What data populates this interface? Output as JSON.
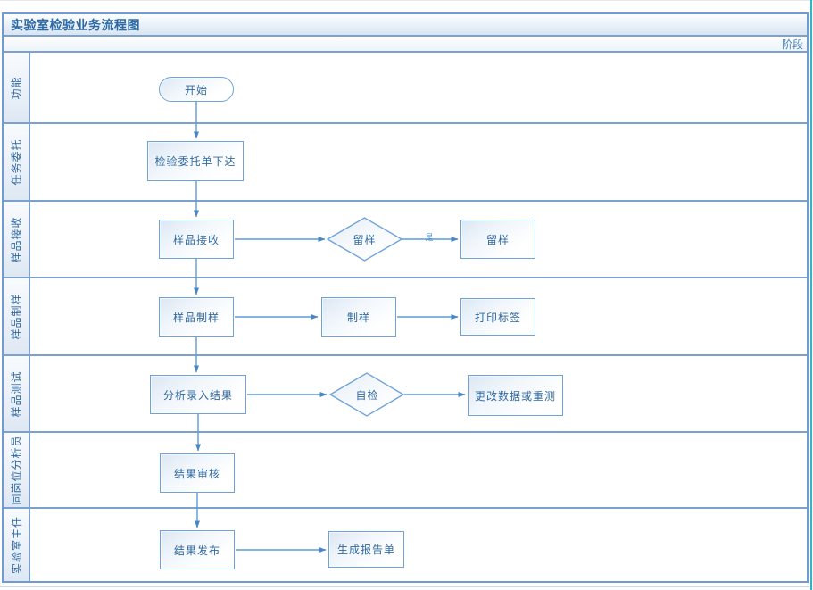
{
  "title": "实验室检验业务流程图",
  "phase_label": "阶段",
  "lanes": [
    "功能",
    "任务委托",
    "样品接收",
    "样品制样",
    "样品测试",
    "同岗位分析员",
    "实验室主任"
  ],
  "nodes": {
    "start": "开始",
    "order_issued": "检验委托单下达",
    "sample_receive": "样品接收",
    "retain_decision": "留样",
    "retain_sample": "留样",
    "sample_prepare": "样品制样",
    "make_sample": "制样",
    "print_label": "打印标签",
    "enter_results": "分析录入结果",
    "self_check": "自检",
    "modify_or_retest": "更改数据或重测",
    "result_review": "结果审核",
    "result_publish": "结果发布",
    "generate_report": "生成报告单"
  },
  "edge_labels": {
    "yes": "是"
  },
  "colors": {
    "connector": "#5b9bd5",
    "arrowhead": "#4a86c5",
    "node_border": "#6fa3d8",
    "node_text": "#31699f",
    "lane_border": "#7ba2cf",
    "frame_border": "#6f9bd2",
    "title_text": "#2b6aa6",
    "page_edge_teal": "#2eb5c6"
  }
}
